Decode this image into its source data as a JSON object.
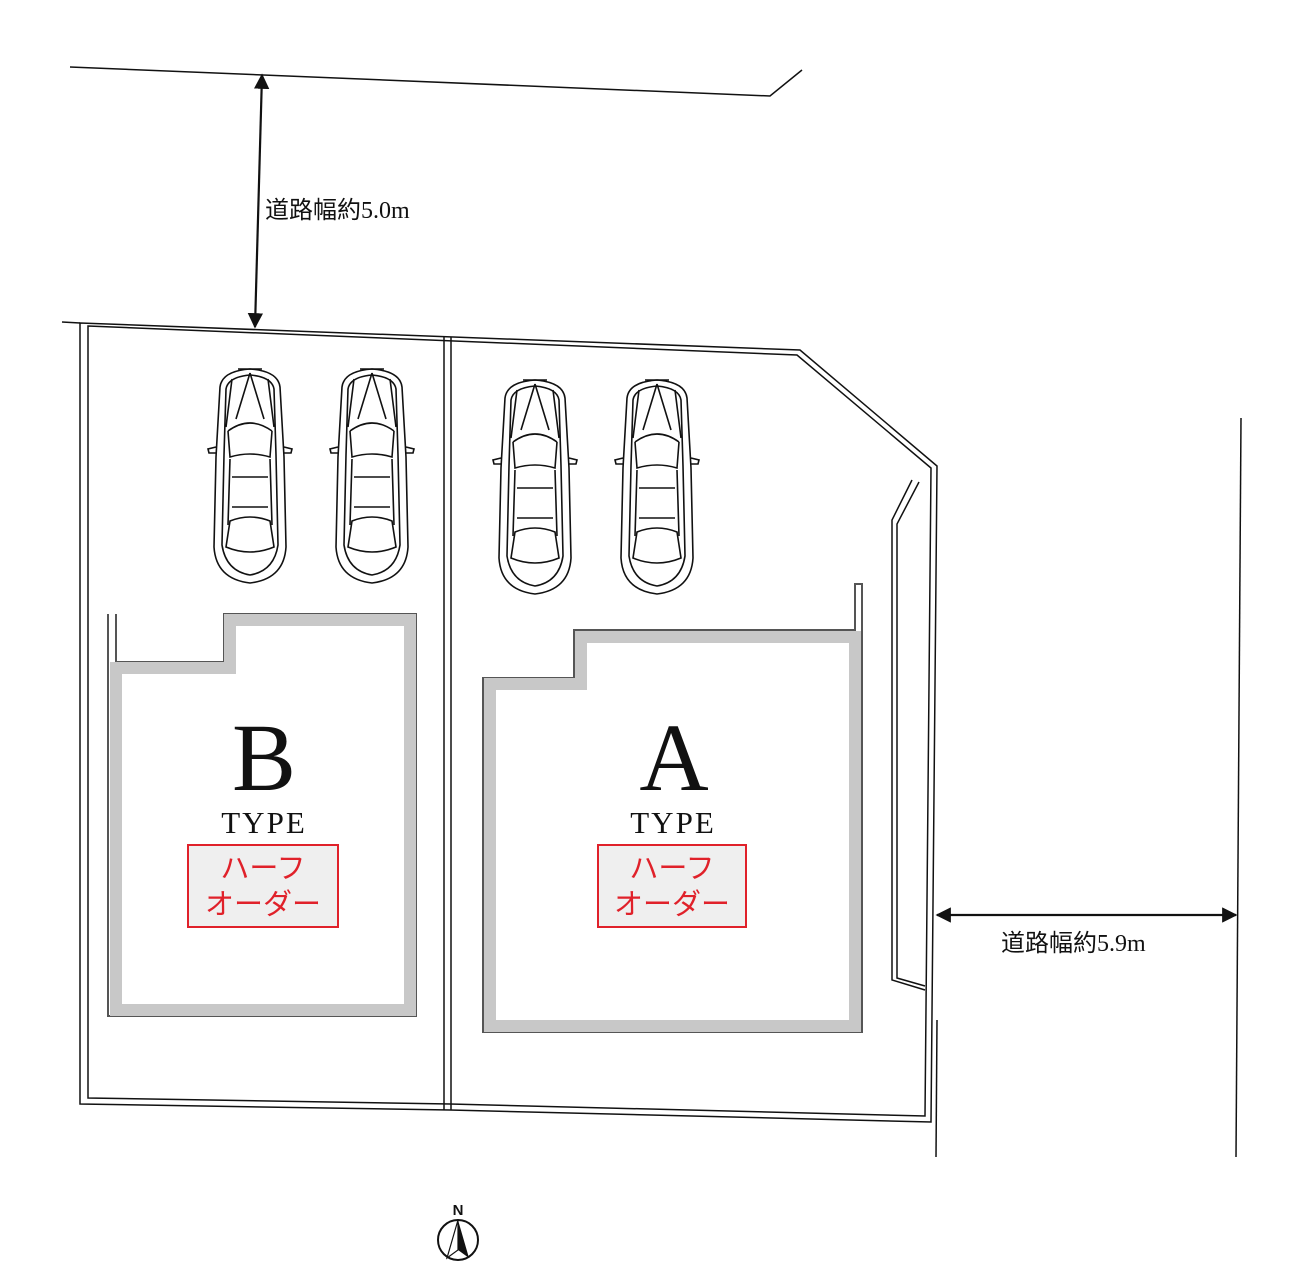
{
  "roads": {
    "north": {
      "width_label": "道路幅約5.0m"
    },
    "east": {
      "width_label": "道路幅約5.9m"
    }
  },
  "lots": [
    {
      "id": "B",
      "letter": "B",
      "type_label": "TYPE",
      "badge_lines": [
        "ハーフ",
        "オーダー"
      ]
    },
    {
      "id": "A",
      "letter": "A",
      "type_label": "TYPE",
      "badge_lines": [
        "ハーフ",
        "オーダー"
      ]
    }
  ],
  "parking": {
    "car_count": 4
  },
  "compass": {
    "label": "N"
  },
  "colors": {
    "line": "#111111",
    "house_band": "#c8c8c8",
    "badge_red": "#e0212a",
    "badge_bg": "#efefef"
  }
}
